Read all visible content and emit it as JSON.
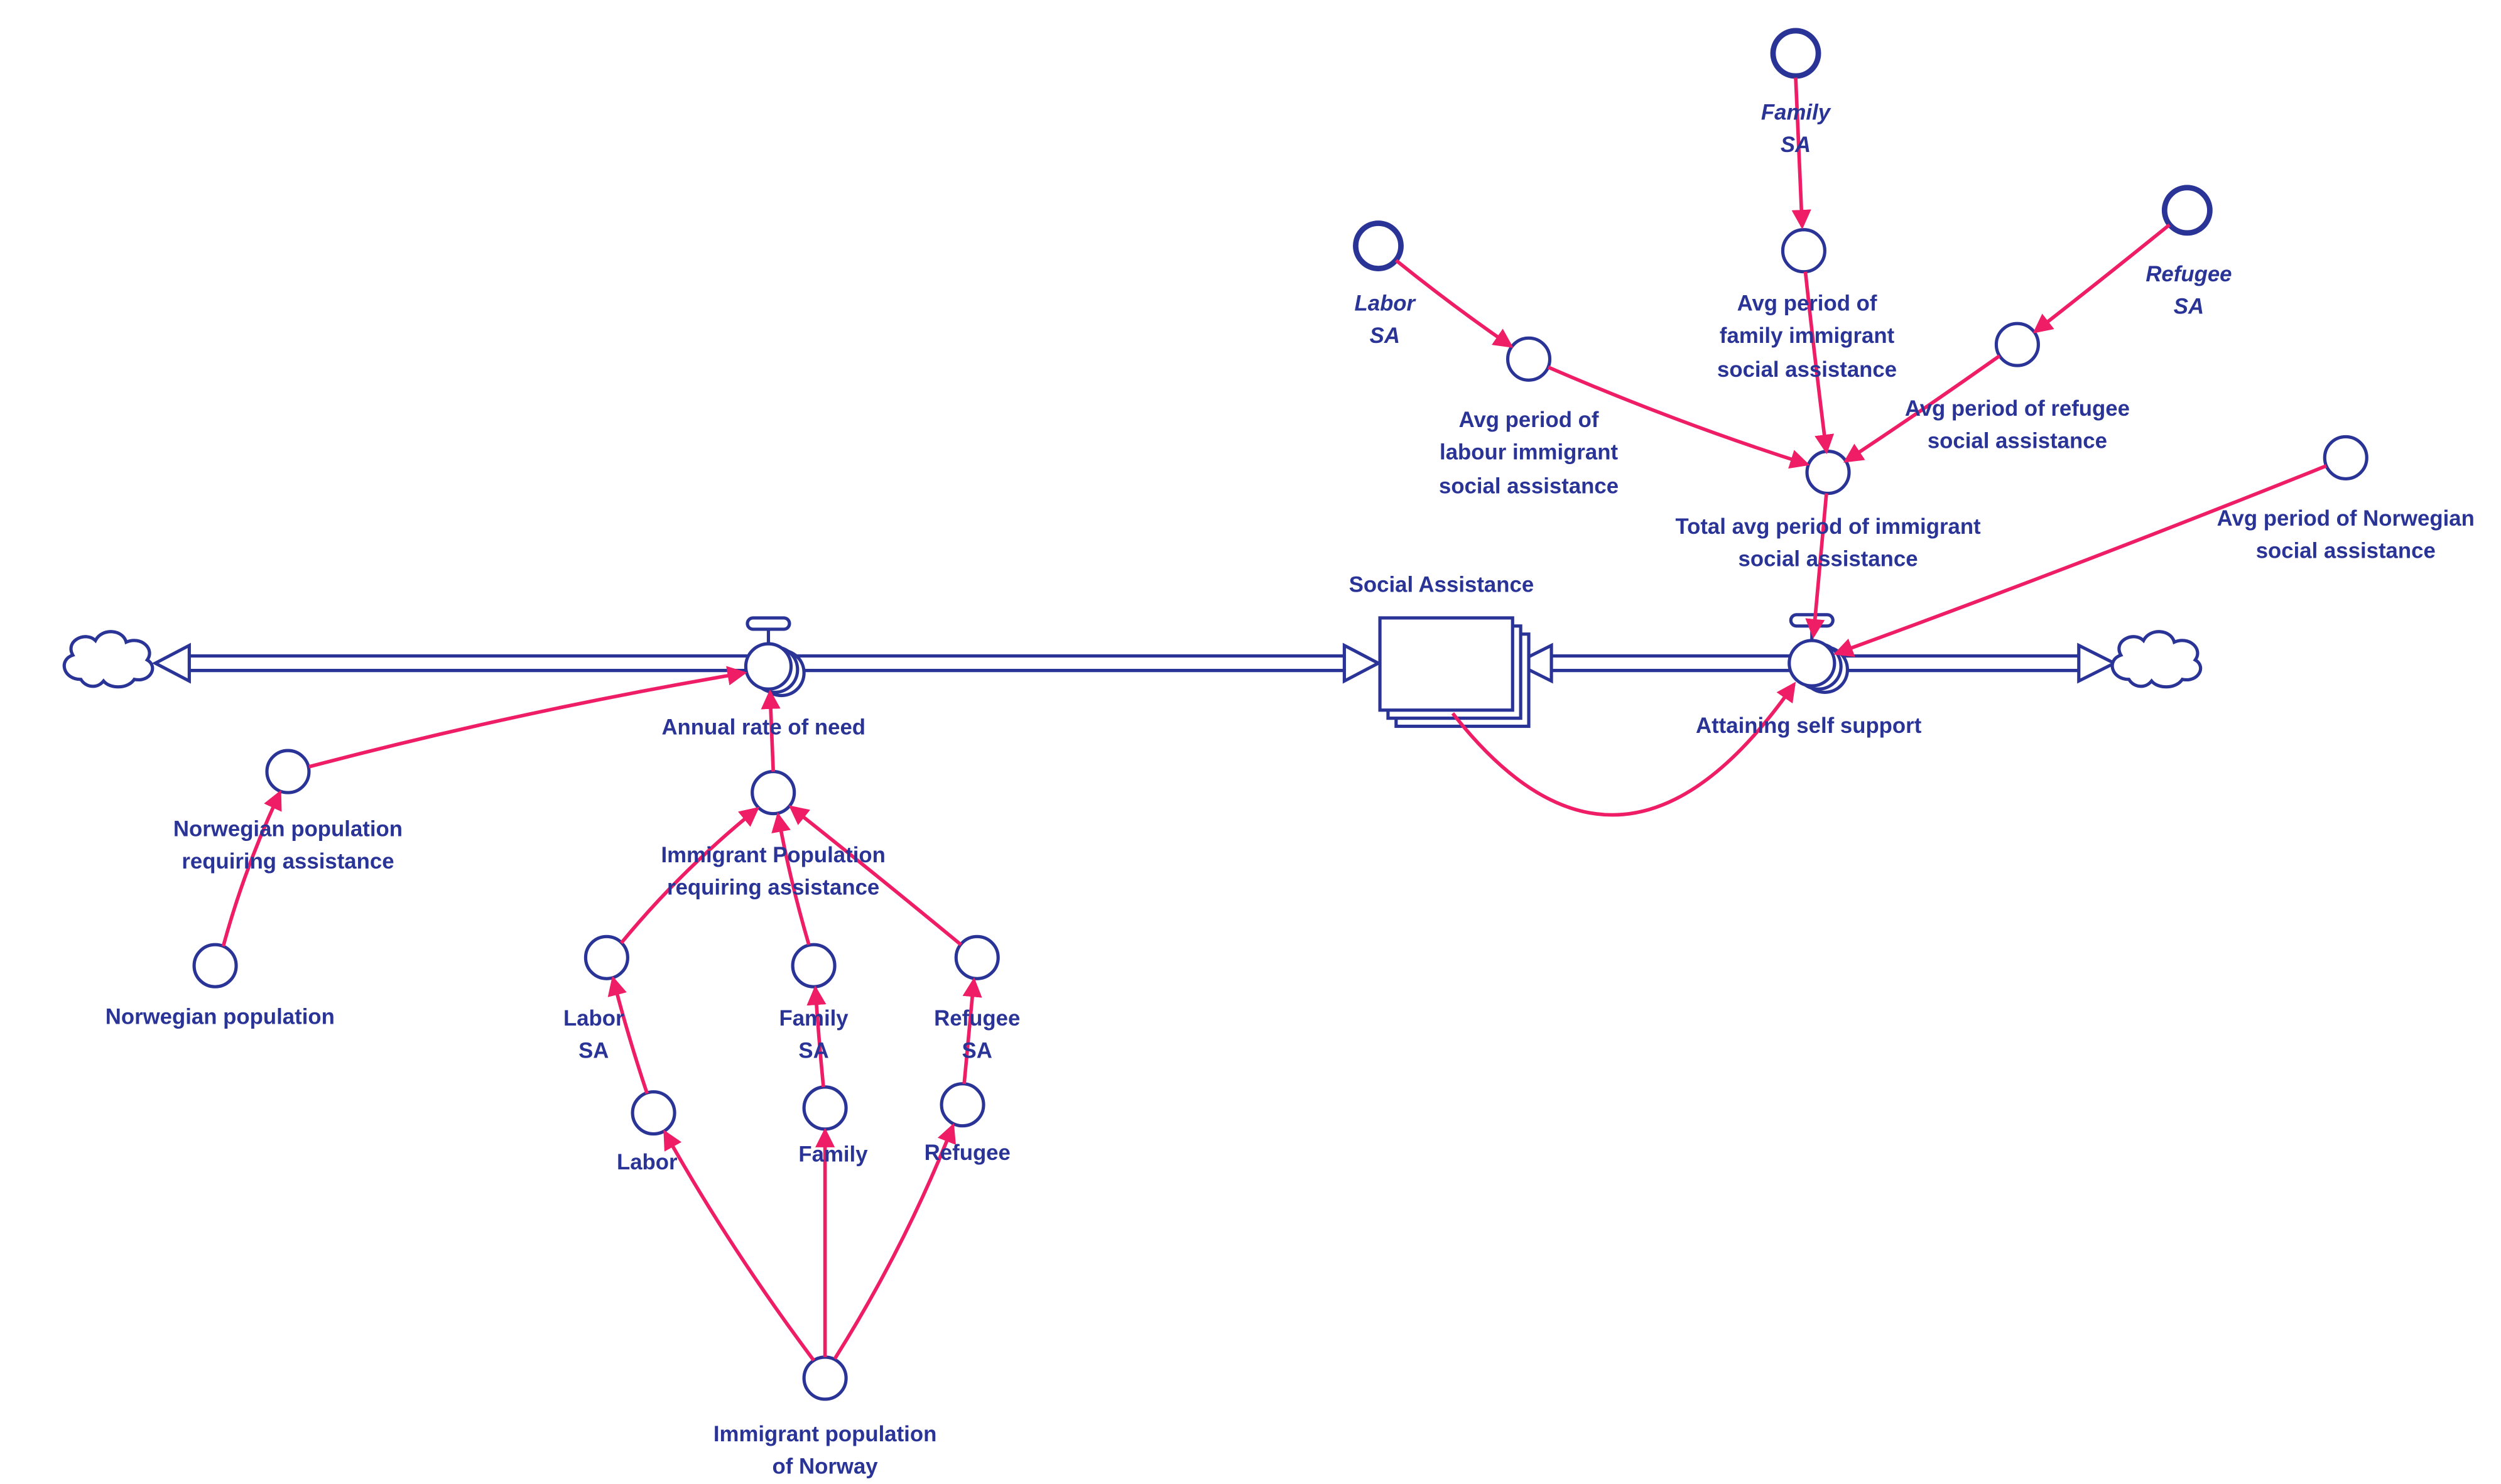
{
  "colors": {
    "structure_navy": "#2A3497",
    "connector_pink": "#EE1D66",
    "background": "#FFFFFF"
  },
  "labels": {
    "stock_social_assistance": "Social Assistance",
    "flow_annual_rate_of_need": "Annual rate of need",
    "flow_attaining_self_support": "Attaining self support",
    "ghost_family_sa": "Family\nSA",
    "ghost_labor_sa": "Labor\nSA",
    "ghost_refugee_sa": "Refugee\nSA",
    "avg_period_family": "Avg period of\nfamily immigrant\nsocial assistance",
    "avg_period_labour": "Avg period of\nlabour immigrant\nsocial assistance",
    "avg_period_refugee": "Avg period of refugee\nsocial assistance",
    "total_avg_period": "Total avg period of immigrant\nsocial assistance",
    "avg_period_norwegian": "Avg period of Norwegian\nsocial assistance",
    "norwegian_pop_requiring": "Norwegian population\nrequiring assistance",
    "norwegian_population": "Norwegian population",
    "immigrant_pop_requiring": "Immigrant Population\nrequiring assistance",
    "labor_sa": "Labor\nSA",
    "family_sa": "Family\nSA",
    "refugee_sa": "Refugee\nSA",
    "labor": "Labor",
    "family": "Family",
    "refugee": "Refugee",
    "immigrant_pop_norway": "Immigrant population\nof Norway"
  }
}
